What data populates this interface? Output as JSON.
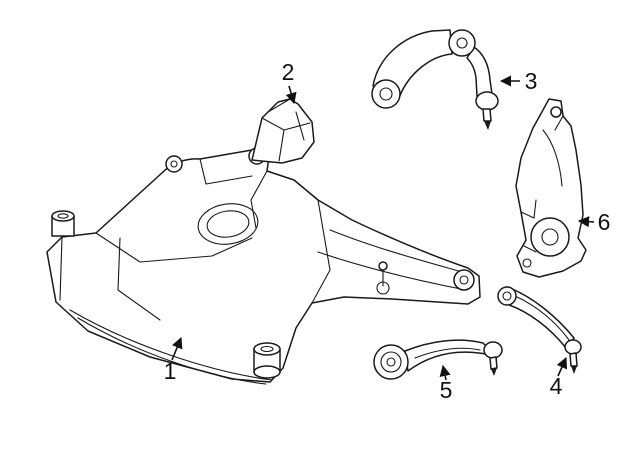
{
  "diagram": {
    "type": "parts-exploded-diagram",
    "background_color": "#ffffff",
    "line_color": "#1a1a1a",
    "callouts": [
      {
        "label": "1",
        "target": "front-subframe-crossmember"
      },
      {
        "label": "2",
        "target": "heat-shield-bracket"
      },
      {
        "label": "3",
        "target": "upper-control-arm"
      },
      {
        "label": "4",
        "target": "rear-lower-control-arm"
      },
      {
        "label": "5",
        "target": "front-lower-control-arm"
      },
      {
        "label": "6",
        "target": "steering-knuckle"
      }
    ]
  }
}
